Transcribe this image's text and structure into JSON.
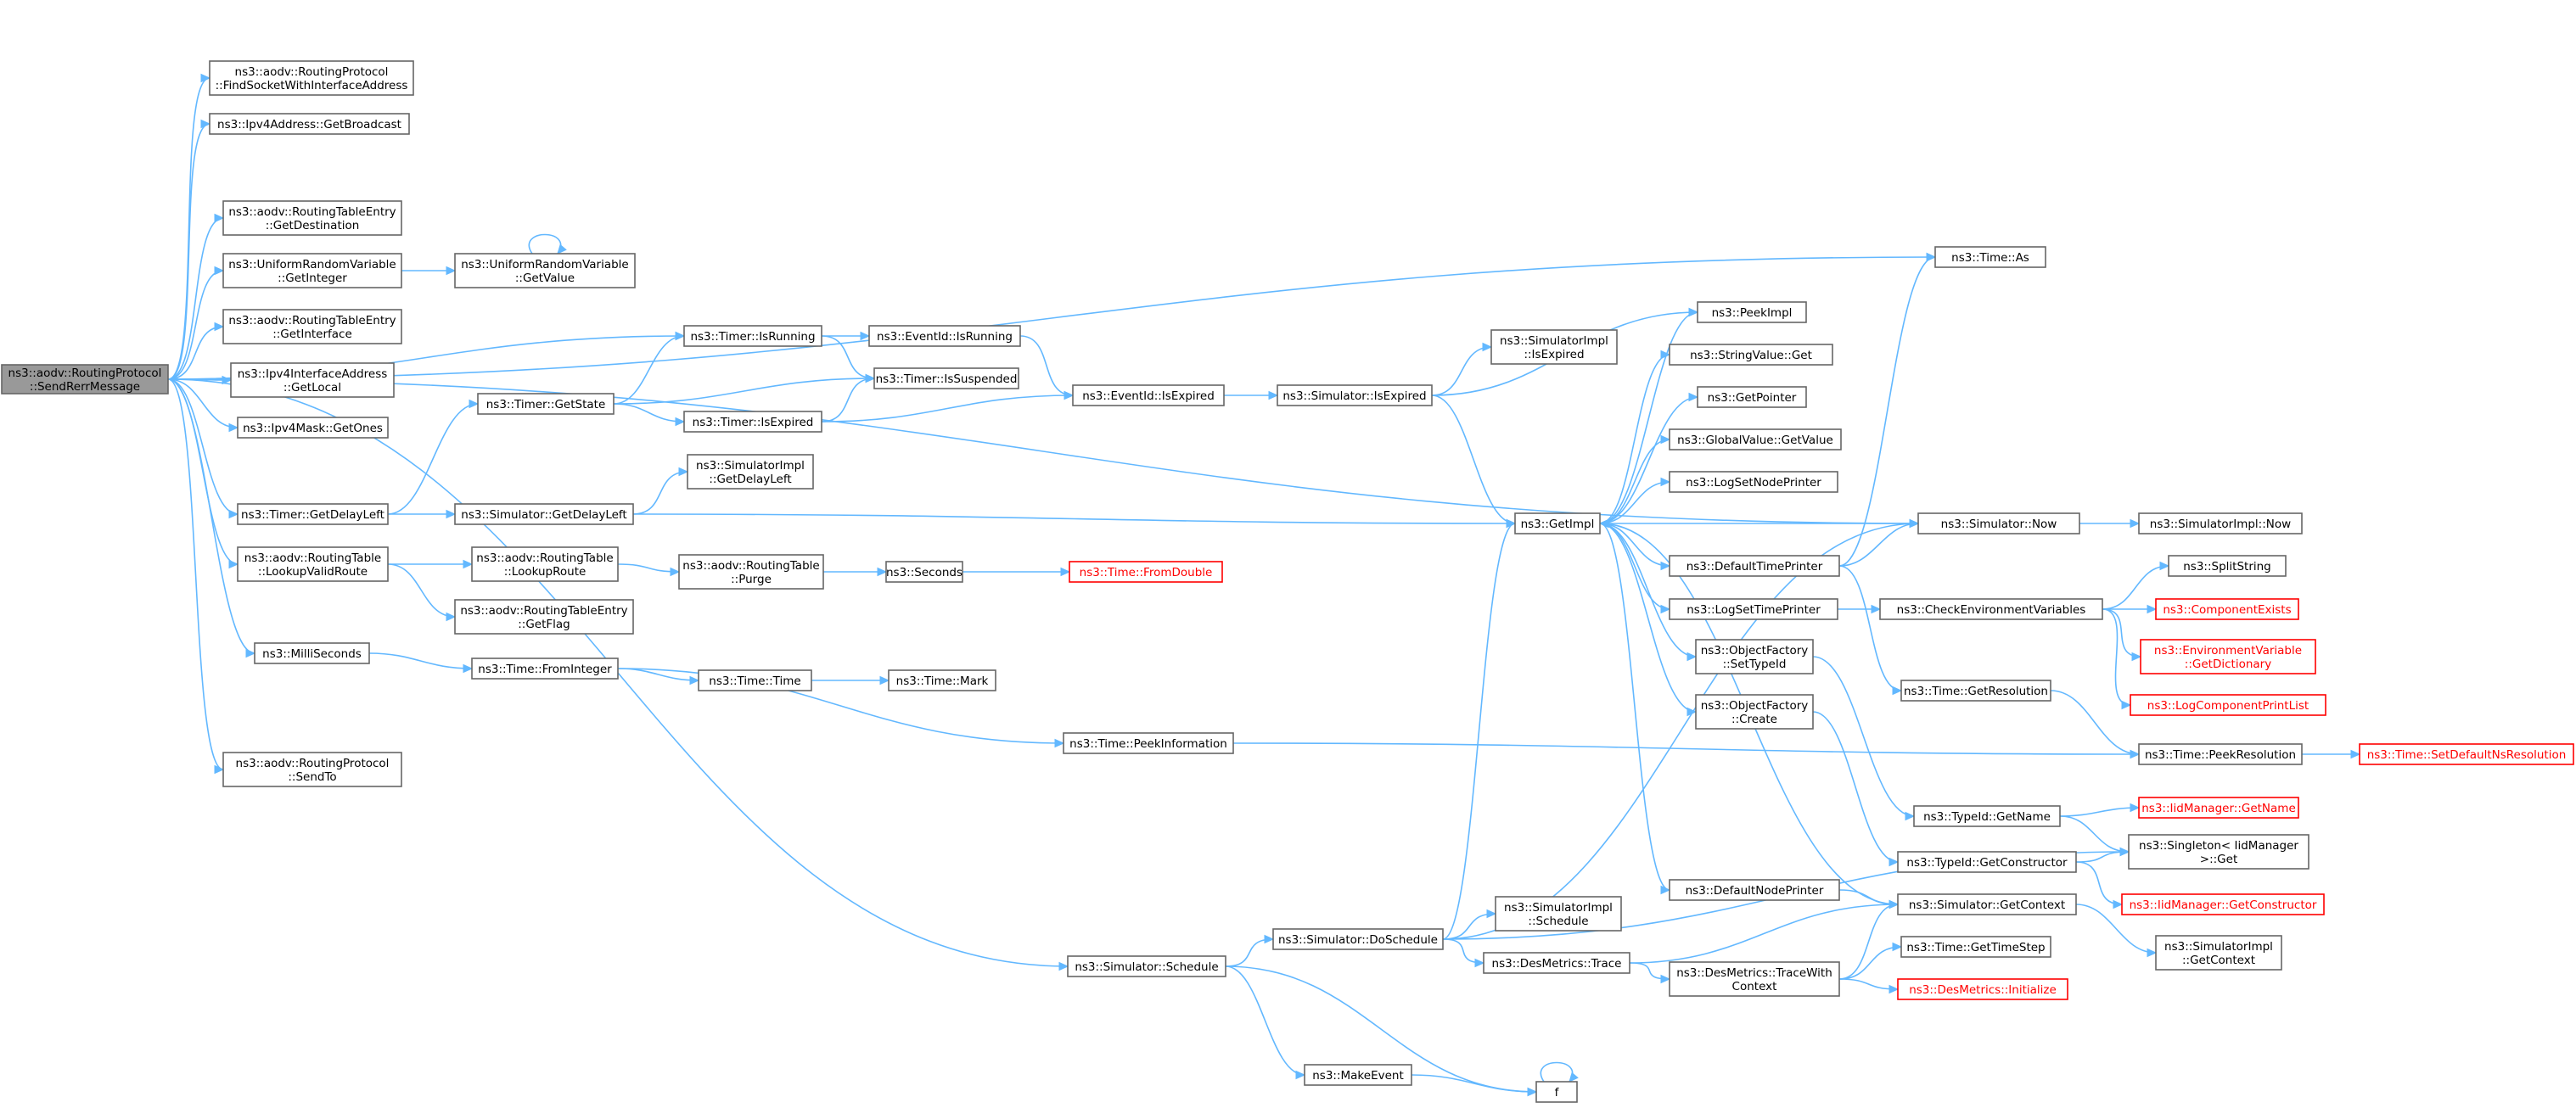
{
  "nodes": [
    {
      "id": "root",
      "lines": [
        "ns3::aodv::RoutingProtocol",
        "::SendRerrMessage"
      ],
      "style": "root"
    },
    {
      "id": "findsocket",
      "lines": [
        "ns3::aodv::RoutingProtocol",
        "::FindSocketWithInterfaceAddress"
      ]
    },
    {
      "id": "getbroadcast",
      "lines": [
        "ns3::Ipv4Address::GetBroadcast"
      ]
    },
    {
      "id": "getdestination",
      "lines": [
        "ns3::aodv::RoutingTableEntry",
        "::GetDestination"
      ]
    },
    {
      "id": "getinteger",
      "lines": [
        "ns3::UniformRandomVariable",
        "::GetInteger"
      ]
    },
    {
      "id": "getvalue_urv",
      "lines": [
        "ns3::UniformRandomVariable",
        "::GetValue"
      ]
    },
    {
      "id": "getinterface",
      "lines": [
        "ns3::aodv::RoutingTableEntry",
        "::GetInterface"
      ]
    },
    {
      "id": "getlocal",
      "lines": [
        "ns3::Ipv4InterfaceAddress",
        "::GetLocal"
      ]
    },
    {
      "id": "getones",
      "lines": [
        "ns3::Ipv4Mask::GetOnes"
      ]
    },
    {
      "id": "getdelayleft_timer",
      "lines": [
        "ns3::Timer::GetDelayLeft"
      ]
    },
    {
      "id": "lookupvalidroute",
      "lines": [
        "ns3::aodv::RoutingTable",
        "::LookupValidRoute"
      ]
    },
    {
      "id": "milliseconds",
      "lines": [
        "ns3::MilliSeconds"
      ]
    },
    {
      "id": "sendto",
      "lines": [
        "ns3::aodv::RoutingProtocol",
        "::SendTo"
      ]
    },
    {
      "id": "getstate",
      "lines": [
        "ns3::Timer::GetState"
      ]
    },
    {
      "id": "isrunning_timer",
      "lines": [
        "ns3::Timer::IsRunning"
      ]
    },
    {
      "id": "issuspended",
      "lines": [
        "ns3::Timer::IsSuspended"
      ]
    },
    {
      "id": "isexpired_timer",
      "lines": [
        "ns3::Timer::IsExpired"
      ]
    },
    {
      "id": "eventid_isrunning",
      "lines": [
        "ns3::EventId::IsRunning"
      ]
    },
    {
      "id": "eventid_isexpired",
      "lines": [
        "ns3::EventId::IsExpired"
      ]
    },
    {
      "id": "sim_isexpired",
      "lines": [
        "ns3::Simulator::IsExpired"
      ]
    },
    {
      "id": "simimpl_isexpired",
      "lines": [
        "ns3::SimulatorImpl",
        "::IsExpired"
      ]
    },
    {
      "id": "sim_getdelayleft",
      "lines": [
        "ns3::Simulator::GetDelayLeft"
      ]
    },
    {
      "id": "simimpl_getdelayleft",
      "lines": [
        "ns3::SimulatorImpl",
        "::GetDelayLeft"
      ]
    },
    {
      "id": "lookuproute",
      "lines": [
        "ns3::aodv::RoutingTable",
        "::LookupRoute"
      ]
    },
    {
      "id": "getflag",
      "lines": [
        "ns3::aodv::RoutingTableEntry",
        "::GetFlag"
      ]
    },
    {
      "id": "purge",
      "lines": [
        "ns3::aodv::RoutingTable",
        "::Purge"
      ]
    },
    {
      "id": "seconds",
      "lines": [
        "ns3::Seconds"
      ]
    },
    {
      "id": "fromdouble",
      "lines": [
        "ns3::Time::FromDouble"
      ],
      "style": "red"
    },
    {
      "id": "frominteger",
      "lines": [
        "ns3::Time::FromInteger"
      ]
    },
    {
      "id": "time_time",
      "lines": [
        "ns3::Time::Time"
      ]
    },
    {
      "id": "time_mark",
      "lines": [
        "ns3::Time::Mark"
      ]
    },
    {
      "id": "peekinformation",
      "lines": [
        "ns3::Time::PeekInformation"
      ]
    },
    {
      "id": "sim_schedule",
      "lines": [
        "ns3::Simulator::Schedule"
      ]
    },
    {
      "id": "doschedule",
      "lines": [
        "ns3::Simulator::DoSchedule"
      ]
    },
    {
      "id": "makeevent",
      "lines": [
        "ns3::MakeEvent"
      ]
    },
    {
      "id": "f",
      "lines": [
        "f"
      ]
    },
    {
      "id": "simimpl_schedule",
      "lines": [
        "ns3::SimulatorImpl",
        "::Schedule"
      ]
    },
    {
      "id": "desmetrics_trace",
      "lines": [
        "ns3::DesMetrics::Trace"
      ]
    },
    {
      "id": "desmetrics_tracewith",
      "lines": [
        "ns3::DesMetrics::TraceWith",
        "Context"
      ]
    },
    {
      "id": "getimpl",
      "lines": [
        "ns3::GetImpl"
      ]
    },
    {
      "id": "peekimpl",
      "lines": [
        "ns3::PeekImpl"
      ]
    },
    {
      "id": "stringvalue_get",
      "lines": [
        "ns3::StringValue::Get"
      ]
    },
    {
      "id": "getpointer",
      "lines": [
        "ns3::GetPointer"
      ]
    },
    {
      "id": "globalvalue_getvalue",
      "lines": [
        "ns3::GlobalValue::GetValue"
      ]
    },
    {
      "id": "logsetnodeprinter",
      "lines": [
        "ns3::LogSetNodePrinter"
      ]
    },
    {
      "id": "defaulttimeprinter",
      "lines": [
        "ns3::DefaultTimePrinter"
      ]
    },
    {
      "id": "logsettimeprinter",
      "lines": [
        "ns3::LogSetTimePrinter"
      ]
    },
    {
      "id": "objectfactory_settypeid",
      "lines": [
        "ns3::ObjectFactory",
        "::SetTypeId"
      ]
    },
    {
      "id": "objectfactory_create",
      "lines": [
        "ns3::ObjectFactory",
        "::Create"
      ]
    },
    {
      "id": "defaultnodeprinter",
      "lines": [
        "ns3::DefaultNodePrinter"
      ]
    },
    {
      "id": "time_as",
      "lines": [
        "ns3::Time::As"
      ]
    },
    {
      "id": "sim_now",
      "lines": [
        "ns3::Simulator::Now"
      ]
    },
    {
      "id": "simimpl_now",
      "lines": [
        "ns3::SimulatorImpl::Now"
      ]
    },
    {
      "id": "checkenv",
      "lines": [
        "ns3::CheckEnvironmentVariables"
      ]
    },
    {
      "id": "splitstring",
      "lines": [
        "ns3::SplitString"
      ]
    },
    {
      "id": "componentexists",
      "lines": [
        "ns3::ComponentExists"
      ],
      "style": "red"
    },
    {
      "id": "envvar_getdict",
      "lines": [
        "ns3::EnvironmentVariable",
        "::GetDictionary"
      ],
      "style": "red"
    },
    {
      "id": "logcomponentprintlist",
      "lines": [
        "ns3::LogComponentPrintList"
      ],
      "style": "red"
    },
    {
      "id": "time_getresolution",
      "lines": [
        "ns3::Time::GetResolution"
      ]
    },
    {
      "id": "time_peekresolution",
      "lines": [
        "ns3::Time::PeekResolution"
      ]
    },
    {
      "id": "setdefaultnsresolution",
      "lines": [
        "ns3::Time::SetDefaultNsResolution"
      ],
      "style": "red"
    },
    {
      "id": "typeid_getname",
      "lines": [
        "ns3::TypeId::GetName"
      ]
    },
    {
      "id": "iidmanager_getname",
      "lines": [
        "ns3::IidManager::GetName"
      ],
      "style": "red"
    },
    {
      "id": "singleton_get",
      "lines": [
        "ns3::Singleton< IidManager",
        " >::Get"
      ]
    },
    {
      "id": "typeid_getconstructor",
      "lines": [
        "ns3::TypeId::GetConstructor"
      ]
    },
    {
      "id": "iidmanager_getconstructor",
      "lines": [
        "ns3::IidManager::GetConstructor"
      ],
      "style": "red"
    },
    {
      "id": "sim_getcontext",
      "lines": [
        "ns3::Simulator::GetContext"
      ]
    },
    {
      "id": "simimpl_getcontext",
      "lines": [
        "ns3::SimulatorImpl",
        "::GetContext"
      ]
    },
    {
      "id": "time_gettimestep",
      "lines": [
        "ns3::Time::GetTimeStep"
      ]
    },
    {
      "id": "desmetrics_initialize",
      "lines": [
        "ns3::DesMetrics::Initialize"
      ],
      "style": "red"
    }
  ],
  "edges": [
    [
      "root",
      "findsocket"
    ],
    [
      "root",
      "getbroadcast"
    ],
    [
      "root",
      "getdestination"
    ],
    [
      "root",
      "getinteger"
    ],
    [
      "root",
      "getinterface"
    ],
    [
      "root",
      "getlocal"
    ],
    [
      "root",
      "getones"
    ],
    [
      "root",
      "getdelayleft_timer"
    ],
    [
      "root",
      "lookupvalidroute"
    ],
    [
      "root",
      "milliseconds"
    ],
    [
      "root",
      "sendto"
    ],
    [
      "root",
      "time_as"
    ],
    [
      "root",
      "isrunning_timer"
    ],
    [
      "root",
      "sim_now"
    ],
    [
      "root",
      "sim_schedule"
    ],
    [
      "getinteger",
      "getvalue_urv"
    ],
    [
      "getvalue_urv",
      "getvalue_urv"
    ],
    [
      "getdelayleft_timer",
      "getstate"
    ],
    [
      "getdelayleft_timer",
      "sim_getdelayleft"
    ],
    [
      "getstate",
      "isrunning_timer"
    ],
    [
      "getstate",
      "issuspended"
    ],
    [
      "getstate",
      "isexpired_timer"
    ],
    [
      "isrunning_timer",
      "eventid_isrunning"
    ],
    [
      "isrunning_timer",
      "issuspended"
    ],
    [
      "isexpired_timer",
      "issuspended"
    ],
    [
      "isexpired_timer",
      "eventid_isexpired"
    ],
    [
      "eventid_isrunning",
      "eventid_isexpired"
    ],
    [
      "eventid_isexpired",
      "sim_isexpired"
    ],
    [
      "sim_isexpired",
      "simimpl_isexpired"
    ],
    [
      "sim_isexpired",
      "peekimpl"
    ],
    [
      "sim_isexpired",
      "getimpl"
    ],
    [
      "sim_getdelayleft",
      "simimpl_getdelayleft"
    ],
    [
      "sim_getdelayleft",
      "getimpl"
    ],
    [
      "lookupvalidroute",
      "lookuproute"
    ],
    [
      "lookupvalidroute",
      "getflag"
    ],
    [
      "lookuproute",
      "purge"
    ],
    [
      "purge",
      "seconds"
    ],
    [
      "seconds",
      "fromdouble"
    ],
    [
      "milliseconds",
      "frominteger"
    ],
    [
      "frominteger",
      "time_time"
    ],
    [
      "frominteger",
      "peekinformation"
    ],
    [
      "time_time",
      "time_mark"
    ],
    [
      "peekinformation",
      "time_peekresolution"
    ],
    [
      "sim_schedule",
      "doschedule"
    ],
    [
      "sim_schedule",
      "makeevent"
    ],
    [
      "sim_schedule",
      "f"
    ],
    [
      "makeevent",
      "f"
    ],
    [
      "f",
      "f"
    ],
    [
      "doschedule",
      "getimpl"
    ],
    [
      "doschedule",
      "simimpl_schedule"
    ],
    [
      "doschedule",
      "desmetrics_trace"
    ],
    [
      "doschedule",
      "sim_now"
    ],
    [
      "doschedule",
      "singleton_get"
    ],
    [
      "desmetrics_trace",
      "desmetrics_tracewith"
    ],
    [
      "desmetrics_trace",
      "sim_getcontext"
    ],
    [
      "desmetrics_tracewith",
      "sim_getcontext"
    ],
    [
      "desmetrics_tracewith",
      "time_gettimestep"
    ],
    [
      "desmetrics_tracewith",
      "desmetrics_initialize"
    ],
    [
      "getimpl",
      "peekimpl"
    ],
    [
      "getimpl",
      "stringvalue_get"
    ],
    [
      "getimpl",
      "getpointer"
    ],
    [
      "getimpl",
      "globalvalue_getvalue"
    ],
    [
      "getimpl",
      "logsetnodeprinter"
    ],
    [
      "getimpl",
      "defaulttimeprinter"
    ],
    [
      "getimpl",
      "logsettimeprinter"
    ],
    [
      "getimpl",
      "objectfactory_settypeid"
    ],
    [
      "getimpl",
      "objectfactory_create"
    ],
    [
      "getimpl",
      "defaultnodeprinter"
    ],
    [
      "defaulttimeprinter",
      "time_as"
    ],
    [
      "defaulttimeprinter",
      "sim_now"
    ],
    [
      "defaulttimeprinter",
      "time_getresolution"
    ],
    [
      "logsettimeprinter",
      "checkenv"
    ],
    [
      "checkenv",
      "splitstring"
    ],
    [
      "checkenv",
      "componentexists"
    ],
    [
      "checkenv",
      "envvar_getdict"
    ],
    [
      "checkenv",
      "logcomponentprintlist"
    ],
    [
      "sim_now",
      "getimpl"
    ],
    [
      "sim_now",
      "simimpl_now"
    ],
    [
      "time_getresolution",
      "time_peekresolution"
    ],
    [
      "time_peekresolution",
      "setdefaultnsresolution"
    ],
    [
      "objectfactory_settypeid",
      "typeid_getname"
    ],
    [
      "objectfactory_create",
      "typeid_getconstructor"
    ],
    [
      "typeid_getname",
      "iidmanager_getname"
    ],
    [
      "typeid_getname",
      "singleton_get"
    ],
    [
      "typeid_getconstructor",
      "singleton_get"
    ],
    [
      "typeid_getconstructor",
      "iidmanager_getconstructor"
    ],
    [
      "defaultnodeprinter",
      "sim_getcontext"
    ],
    [
      "sim_getcontext",
      "getimpl"
    ],
    [
      "sim_getcontext",
      "simimpl_getcontext"
    ]
  ]
}
